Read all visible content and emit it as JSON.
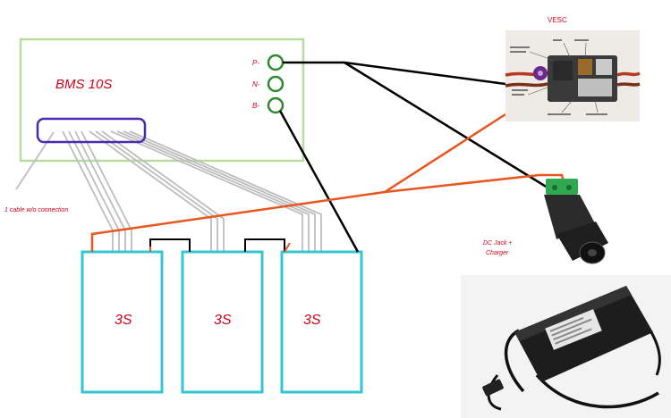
{
  "bms": {
    "title": "BMS 10S",
    "terminals": [
      "P-",
      "N-",
      "B-"
    ]
  },
  "vesc": {
    "title": "VESC"
  },
  "packs": [
    {
      "label": "3S"
    },
    {
      "label": "3S"
    },
    {
      "label": "3S"
    }
  ],
  "notes": {
    "unconnected_cable": "1 cable w/o connection",
    "dc_jack_line1": "DC Jack +",
    "dc_jack_line2": "Charger"
  },
  "colors": {
    "bms_border": "#b8dca0",
    "pack_border": "#35c6d6",
    "balance_plug": "#4a2ab0",
    "wire_black": "#000000",
    "wire_orange": "#e8561e",
    "balance_wire": "#bdbdbd",
    "terminal_ring": "#2f8a2f",
    "label_red": "#d0021b"
  },
  "icons": {
    "vesc_photo": "esc-board-photo",
    "dc_jack": "dc-jack-connector",
    "charger": "power-adapter"
  }
}
